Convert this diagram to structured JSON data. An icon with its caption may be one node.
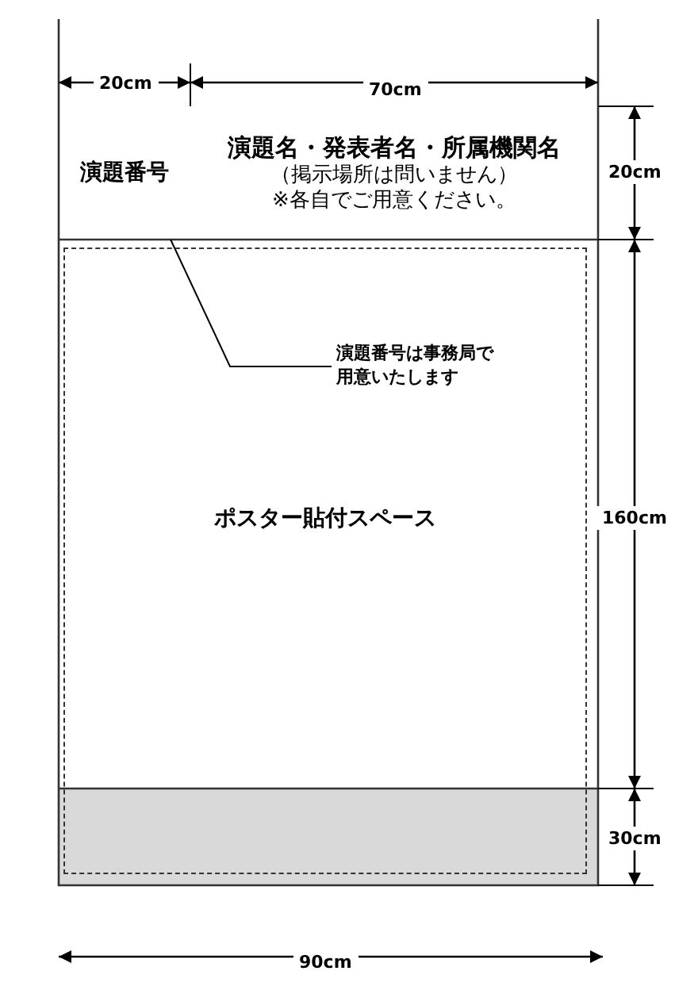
{
  "diagram": {
    "nodes": [
      {
        "text": [
          "演題番号"
        ]
      },
      {
        "text": [
          "演題名・発表者名・所属機関名",
          "（掲示場所は問いません）",
          "※各自でご用意ください。"
        ]
      },
      {
        "text": [
          "ポスター貼付スペース"
        ]
      },
      {
        "text": [
          "演題番号は事務局で用意いたします"
        ],
        "in": 2
      }
    ],
    "edges": [
      {
        "from": 3,
        "to": 0,
        "arrow": "none"
      }
    ],
    "labels": [
      "20cm",
      "70cm",
      "20cm",
      "160cm",
      "30cm",
      "90cm"
    ]
  }
}
